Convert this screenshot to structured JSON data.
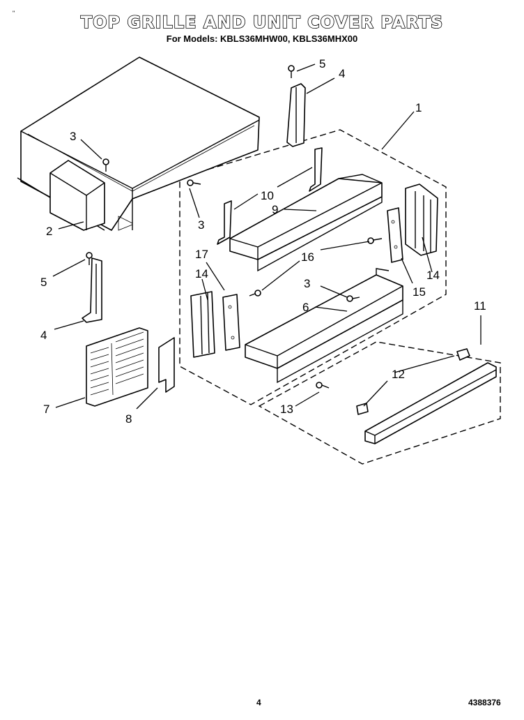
{
  "header": {
    "corner_mark": "\"",
    "title": "TOP GRILLE AND UNIT COVER PARTS",
    "subtitle": "For Models: KBLS36MHW00, KBLS36MHX00"
  },
  "callouts": [
    "5",
    "4",
    "1",
    "3",
    "10",
    "9",
    "2",
    "3",
    "17",
    "16",
    "14",
    "5",
    "3",
    "6",
    "15",
    "14",
    "4",
    "11",
    "7",
    "8",
    "12",
    "13"
  ],
  "footer": {
    "page_number": "4",
    "document_number": "4388376"
  }
}
